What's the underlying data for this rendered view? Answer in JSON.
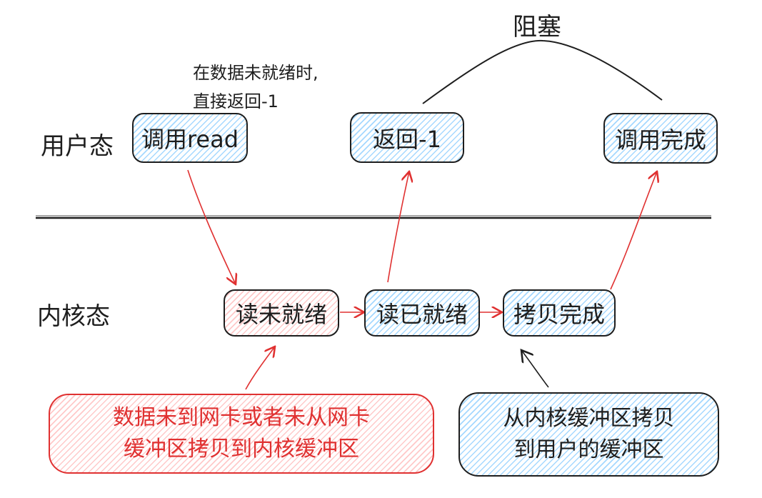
{
  "lanes": {
    "user": "用户态",
    "kernel": "内核态"
  },
  "annotation": {
    "line1": "在数据未就绪时,",
    "line2": "直接返回-1"
  },
  "blocking_label": "阻塞",
  "nodes": {
    "call_read": "调用read",
    "return_minus1": "返回-1",
    "call_done": "调用完成",
    "read_not_ready": "读未就绪",
    "read_ready": "读已就绪",
    "copy_done": "拷贝完成"
  },
  "notes": {
    "left": {
      "line1": "数据未到网卡或者未从网卡",
      "line2": "缓冲区拷贝到内核缓冲区"
    },
    "right": {
      "line1": "从内核缓冲区拷贝",
      "line2": "到用户的缓冲区"
    }
  },
  "colors": {
    "arrow": "#e03131",
    "stroke": "#1e1e1e",
    "blue_fill": "#a5d8ff",
    "pink_fill": "#ffc9c9"
  }
}
